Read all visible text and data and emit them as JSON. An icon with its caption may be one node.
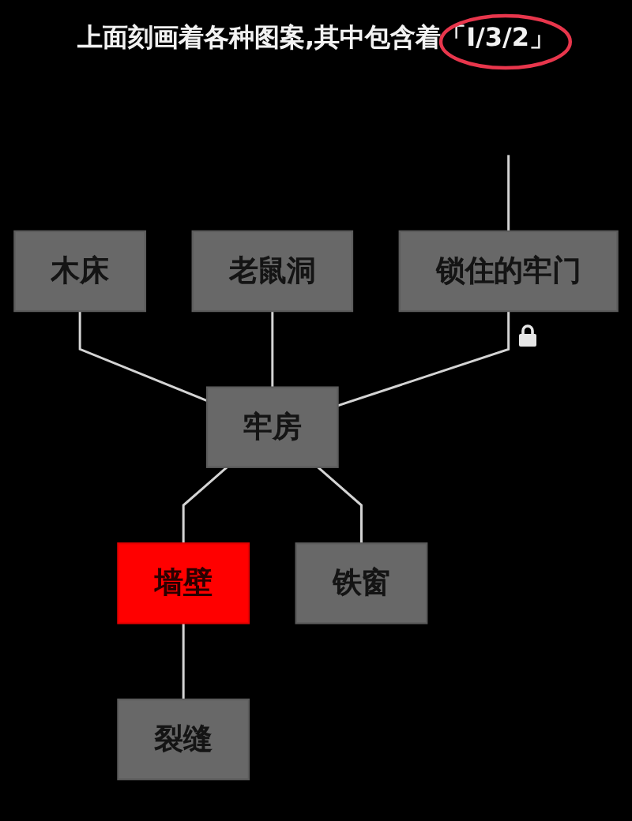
{
  "diagram": {
    "title": "上面刻画着各种图案,其中包含着「I/3/2」",
    "nodes": [
      {
        "text": [],
        "shape": "circle"
      },
      {
        "text": [
          "木床"
        ]
      },
      {
        "text": [
          "老鼠洞"
        ]
      },
      {
        "text": [
          "牢房"
        ]
      },
      {
        "text": [
          "锁住的牢门"
        ]
      },
      {
        "text": [
          "墙壁"
        ]
      },
      {
        "text": [
          "铁窗"
        ]
      },
      {
        "text": [
          "裂缝"
        ]
      }
    ],
    "edges": [
      {
        "from": null,
        "to": 4,
        "arrow": "none"
      },
      {
        "from": 1,
        "to": 3,
        "arrow": "none"
      },
      {
        "from": 2,
        "to": 3,
        "arrow": "none"
      },
      {
        "from": 4,
        "to": 3,
        "arrow": "none"
      },
      {
        "from": 3,
        "to": 5,
        "arrow": "none"
      },
      {
        "from": 3,
        "to": 6,
        "arrow": "none"
      },
      {
        "from": 5,
        "to": 7,
        "arrow": "none"
      }
    ]
  }
}
